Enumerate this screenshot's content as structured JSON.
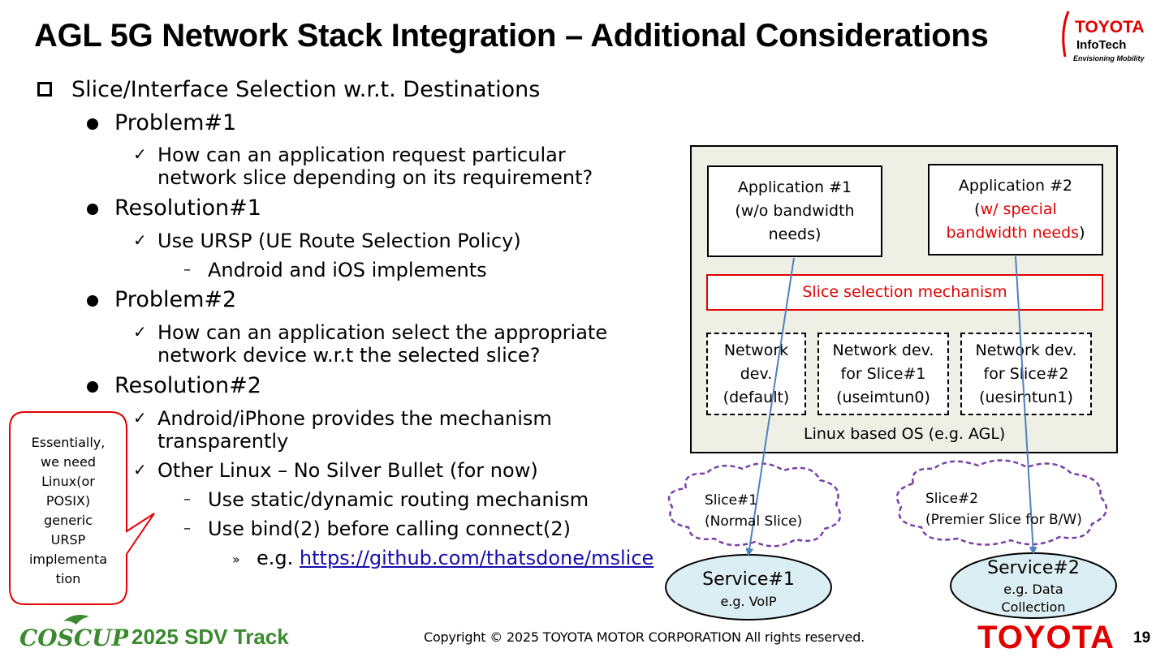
{
  "title": "AGL 5G Network Stack Integration – Additional Considerations",
  "logo": {
    "line1": "TOYOTA",
    "line2": "InfoTech",
    "line3": "Envisioning Mobility"
  },
  "content": {
    "heading": "Slice/Interface Selection w.r.t. Destinations",
    "problem1": "Problem#1",
    "problem1_q_line1": "How can an application request particular",
    "problem1_q_line2": "network slice depending on its requirement?",
    "resolution1": "Resolution#1",
    "resolution1_item": "Use URSP (UE Route Selection Policy)",
    "resolution1_sub": "Android and iOS implements",
    "problem2": "Problem#2",
    "problem2_q_line1": "How can an application select the appropriate",
    "problem2_q_line2": "network device w.r.t the selected slice?",
    "resolution2": "Resolution#2",
    "resolution2_item1_line1": "Android/iPhone provides the mechanism",
    "resolution2_item1_line2": "transparently",
    "resolution2_item2": "Other Linux – No Silver Bullet (for now)",
    "resolution2_sub1": "Use static/dynamic routing mechanism",
    "resolution2_sub2": "Use bind(2) before calling connect(2)",
    "example_prefix": "e.g.",
    "example_link": "https://github.com/thatsdone/mslice"
  },
  "callout": {
    "line1": "Essentially,",
    "line2": "we need",
    "line3": "Linux(or",
    "line4": "POSIX)",
    "line5": "generic",
    "line6": "URSP",
    "line7": "implementa",
    "line8": "tion"
  },
  "diagram": {
    "app1_line1": "Application #1",
    "app1_line2": "(w/o bandwidth",
    "app1_line3": "needs)",
    "app2_line1": "Application #2",
    "app2_open": "(",
    "app2_red1": "w/ special",
    "app2_red2": "bandwidth needs",
    "app2_close": ")",
    "slice_mechanism": "Slice selection mechanism",
    "netdev_default_1": "Network",
    "netdev_default_2": "dev.",
    "netdev_default_3": "(default)",
    "netdev_s1_1": "Network dev.",
    "netdev_s1_2": "for Slice#1",
    "netdev_s1_3": "(useimtun0)",
    "netdev_s2_1": "Network dev.",
    "netdev_s2_2": "for Slice#2",
    "netdev_s2_3": "(uesimtun1)",
    "os_label": "Linux based OS (e.g. AGL)",
    "slice1_line1": "Slice#1",
    "slice1_line2": "(Normal Slice)",
    "slice2_line1": "Slice#2",
    "slice2_line2": "(Premier Slice for B/W)",
    "service1_title": "Service#1",
    "service1_sub": "e.g. VoIP",
    "service2_title": "Service#2",
    "service2_sub1": "e.g. Data",
    "service2_sub2": "Collection"
  },
  "footer": {
    "coscup_logo": "COSCUP",
    "track": "2025 SDV Track",
    "copyright": "Copyright ©  2025 TOYOTA MOTOR CORPORATION All rights reserved.",
    "brand": "TOYOTA",
    "page_number": "19"
  },
  "colors": {
    "accent_red": "#e30000",
    "cloud_purple": "#7a3fa6",
    "service_fill": "#daeef3",
    "os_fill": "#eef0e6",
    "arrow_blue": "#4f81bd",
    "coscup_green": "#3a8a2e"
  }
}
